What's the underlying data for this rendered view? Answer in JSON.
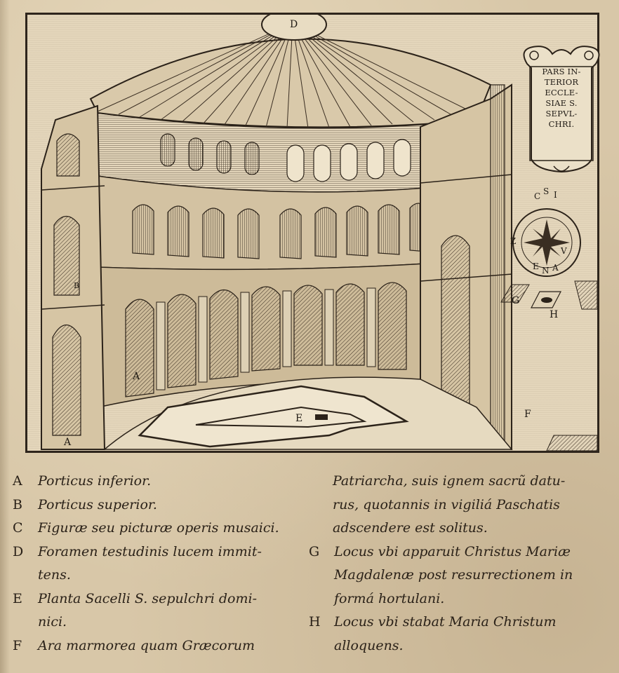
{
  "plate": {
    "cartouche_lines": [
      "PARS IN-",
      "TERIOR",
      "ECCLE-",
      "SIAE S.",
      "SEPVL-",
      "CHRI."
    ],
    "compass_letters": [
      "C",
      "S",
      "I",
      "E",
      "N",
      "A",
      "V",
      "Z"
    ],
    "letters": {
      "a1": "A",
      "a2": "A",
      "b": "B",
      "d": "D",
      "e": "E",
      "f": "F",
      "g": "G",
      "h": "H"
    }
  },
  "legend": {
    "left": [
      {
        "key": "A",
        "text": "Porticus inferior."
      },
      {
        "key": "B",
        "text": "Porticus superior."
      },
      {
        "key": "C",
        "text": "Figuræ seu picturæ operis musaici."
      },
      {
        "key": "D",
        "text": "Foramen testudinis lucem immit-",
        "cont": "tens."
      },
      {
        "key": "E",
        "text": "Planta Sacelli S. sepulchri domi-",
        "cont": "nici."
      },
      {
        "key": "F",
        "text": "Ara marmorea quam Græcorum"
      }
    ],
    "right_top": [
      "Patriarcha, suis ignem sacrũ datu-",
      "rus, quotannis in vigiliá Paschatis",
      "adscendere est solitus."
    ],
    "right": [
      {
        "key": "G",
        "text": "Locus vbi apparuit Christus Mariæ",
        "cont": [
          "Magdalenæ post resurrectionem in",
          "formá hortulani."
        ]
      },
      {
        "key": "H",
        "text": "Locus vbi stabat Maria Christum",
        "cont": [
          "alloquens."
        ]
      }
    ]
  }
}
